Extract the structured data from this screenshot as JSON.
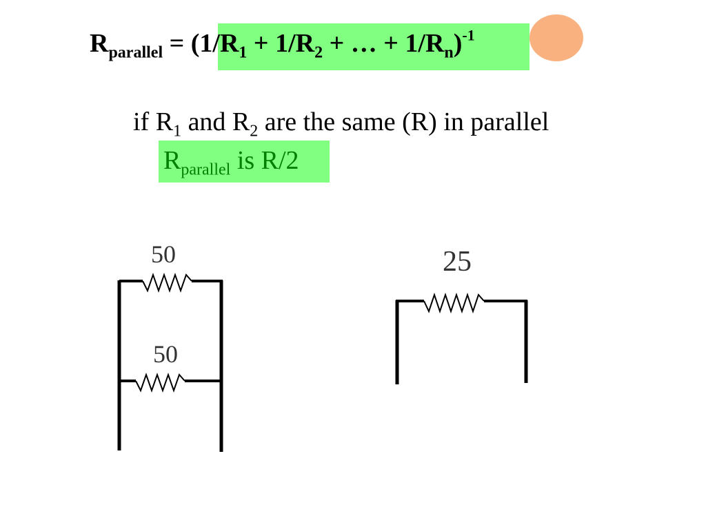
{
  "formula": {
    "lhs_base": "R",
    "lhs_sub": "parallel",
    "equals": " = ",
    "open": "(",
    "t1": "1/R",
    "t1_sub": "1",
    "plus1": " + ",
    "t2": "1/R",
    "t2_sub": "2",
    "mid": " + … + ",
    "tn": "1/R",
    "tn_sub": "n",
    "close": ")",
    "exp": "-1"
  },
  "statement": {
    "p1": "if R",
    "s1": "1",
    "p2": " and R",
    "s2": "2",
    "p3": " are the same (R) in parallel"
  },
  "result": {
    "base": "R",
    "sub": "parallel",
    "rest": " is R/2"
  },
  "circuits": {
    "left": {
      "top_label": "50",
      "bottom_label": "50"
    },
    "right": {
      "label": "25"
    }
  },
  "colors": {
    "highlight_green": "#80ff80",
    "highlight_orange": "#f9b27f",
    "result_text": "#008000"
  }
}
